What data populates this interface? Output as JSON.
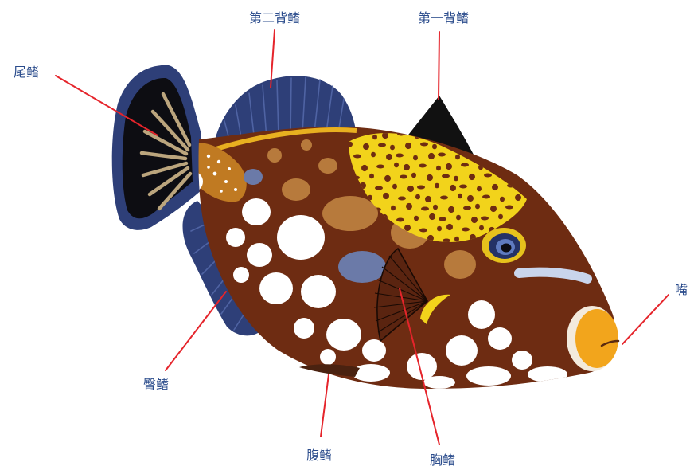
{
  "labels": {
    "caudal_fin": "尾鳍",
    "second_dorsal_fin": "第二背鳍",
    "first_dorsal_fin": "第一背鳍",
    "mouth": "嘴",
    "anal_fin": "臀鳍",
    "ventral_fin": "腹鳍",
    "pectoral_fin": "胸鳍"
  },
  "colors": {
    "label_text": "#2b4c8c",
    "leader_line": "#e5242b",
    "body": "#6e2c12",
    "fin_blue": "#2e3f78",
    "first_dorsal_fin": "#111111",
    "yellow_patch": "#f2d31b",
    "white_spots": "#ffffff",
    "tan_spots": "#b77a3c",
    "grey_blue_spots": "#6b7aa8",
    "peduncle_patch": "#c07a22",
    "mouth": "#f2a51c"
  }
}
